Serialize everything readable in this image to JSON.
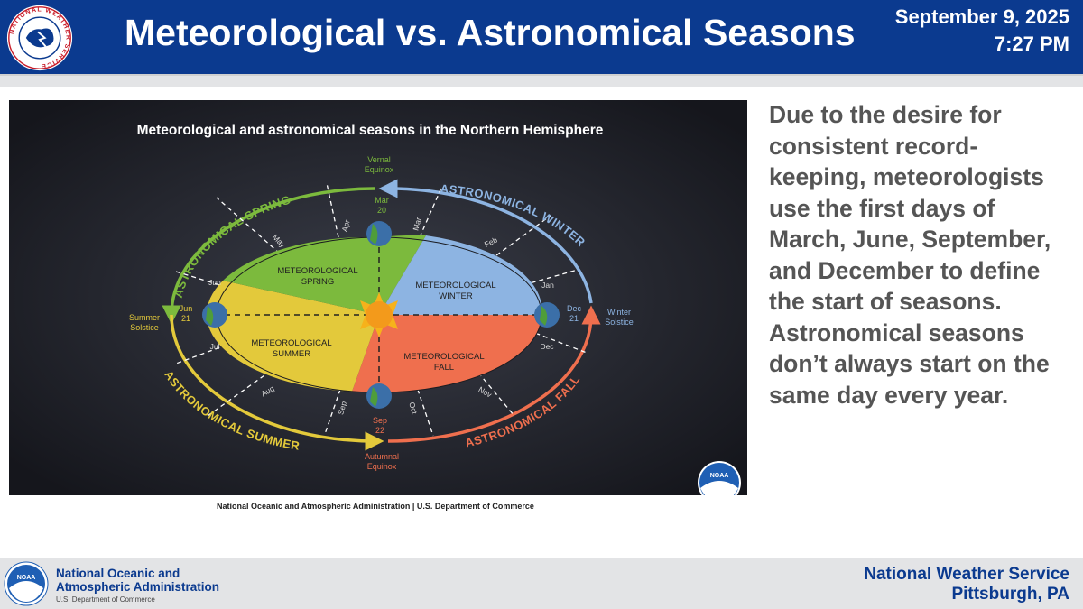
{
  "header": {
    "title": "Meteorological vs. Astronomical Seasons",
    "date": "September 9, 2025",
    "time": "7:27 PM",
    "logo_text": "NATIONAL WEATHER SERVICE"
  },
  "infographic": {
    "title": "Meteorological and astronomical seasons in the Northern Hemisphere",
    "met_seasons": {
      "spring": [
        "METEOROLOGICAL",
        "SPRING"
      ],
      "winter": [
        "METEOROLOGICAL",
        "WINTER"
      ],
      "summer": [
        "METEOROLOGICAL",
        "SUMMER"
      ],
      "fall": [
        "METEOROLOGICAL",
        "FALL"
      ]
    },
    "astro_seasons": {
      "spring": "ASTRONOMICAL SPRING",
      "winter": "ASTRONOMICAL WINTER",
      "summer": "ASTRONOMICAL SUMMER",
      "fall": "ASTRONOMICAL FALL"
    },
    "events": {
      "vernal": [
        "Vernal",
        "Equinox"
      ],
      "vernal_date": [
        "Mar",
        "20"
      ],
      "summer": [
        "Summer",
        "Solstice"
      ],
      "summer_date": [
        "Jun",
        "21"
      ],
      "winter": [
        "Winter",
        "Solstice"
      ],
      "winter_date": [
        "Dec",
        "21"
      ],
      "autumnal": [
        "Autumnal",
        "Equinox"
      ],
      "autumnal_date": [
        "Sep",
        "22"
      ]
    },
    "months": {
      "apr": "Apr",
      "mar": "Mar",
      "may": "May",
      "feb": "Feb",
      "jun": "Jun",
      "jan": "Jan",
      "jul": "Jul",
      "dec": "Dec",
      "aug": "Aug",
      "nov": "Nov",
      "sep": "Sep",
      "oct": "Oct"
    },
    "noaa_badge": "NOAA",
    "caption": "National Oceanic and Atmospheric Administration | U.S. Department of Commerce"
  },
  "description": "Due to the desire for consistent record-keeping, meteorologists use the first days of March, June, September, and December to define the start of seasons. Astronomical seasons don’t always start on the same day every year.",
  "footer": {
    "noaa_line1": "National Oceanic and",
    "noaa_line2": "Atmospheric Administration",
    "noaa_dept": "U.S. Department of Commerce",
    "noaa_badge": "NOAA",
    "office_line1": "National Weather Service",
    "office_line2": "Pittsburgh, PA"
  },
  "colors": {
    "header_blue": "#0b3a8f",
    "spring_green": "#7cba3d",
    "winter_blue": "#8db4e2",
    "summer_yellow": "#e3c93b",
    "fall_orange": "#ef6f4e",
    "description_gray": "#555555"
  }
}
